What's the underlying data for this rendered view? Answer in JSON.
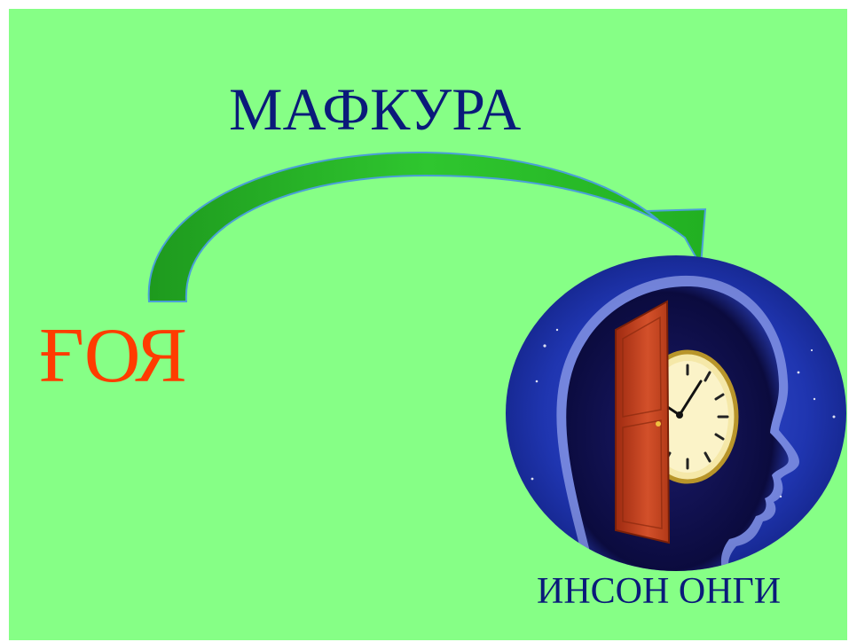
{
  "diagram": {
    "title": "МАФКУРА",
    "source_label": "ҒОЯ",
    "target_label": "ИНСОН ОНГИ",
    "colors": {
      "background": "#86ff86",
      "title_text": "#0a1a7a",
      "source_text": "#ff3c00",
      "arrow": "#22b022",
      "head_circle": "#1a2f9e",
      "silhouette": "#0b0b4a",
      "door": "#c2431f",
      "clock_face": "#f5e8a8"
    },
    "icons": [
      "curved-arrow-icon",
      "head-silhouette-icon",
      "open-door-icon",
      "clock-icon"
    ]
  }
}
